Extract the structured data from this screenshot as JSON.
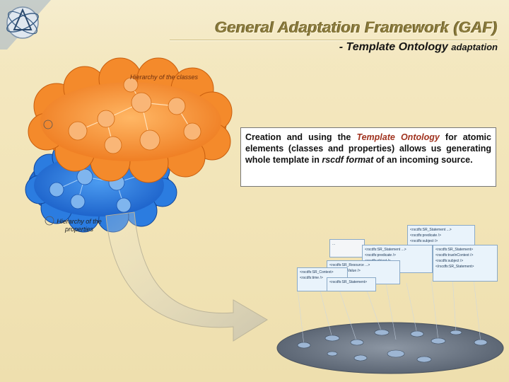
{
  "header": {
    "title": "General Adaptation Framework (GAF)",
    "subtitle_main": "- Template Ontology",
    "subtitle_tail": "adaptation"
  },
  "labels": {
    "classes": "Hierarchy of the classes",
    "properties_line1": "Hierarchy of the",
    "properties_line2": "properties"
  },
  "callout": {
    "p1": "Creation and using the ",
    "em": "Template Ontology",
    "p2": " for atomic elements (classes and properties) allows us generating whole template in ",
    "it": "rscdf format",
    "p3": " of an incoming source."
  },
  "cards": {
    "ellipsis": "..."
  },
  "colors": {
    "background": "#f2e4b7",
    "title": "#8a7a3c",
    "orange_cloud": "#f5882a",
    "blue_cloud": "#2a7ae0",
    "emphasis": "#a0321e",
    "platform": "#6c7786"
  },
  "icons": [
    "logo-emblem",
    "cloud-classes",
    "cloud-properties",
    "curved-arrow",
    "xml-template-cards",
    "ontology-platform"
  ]
}
